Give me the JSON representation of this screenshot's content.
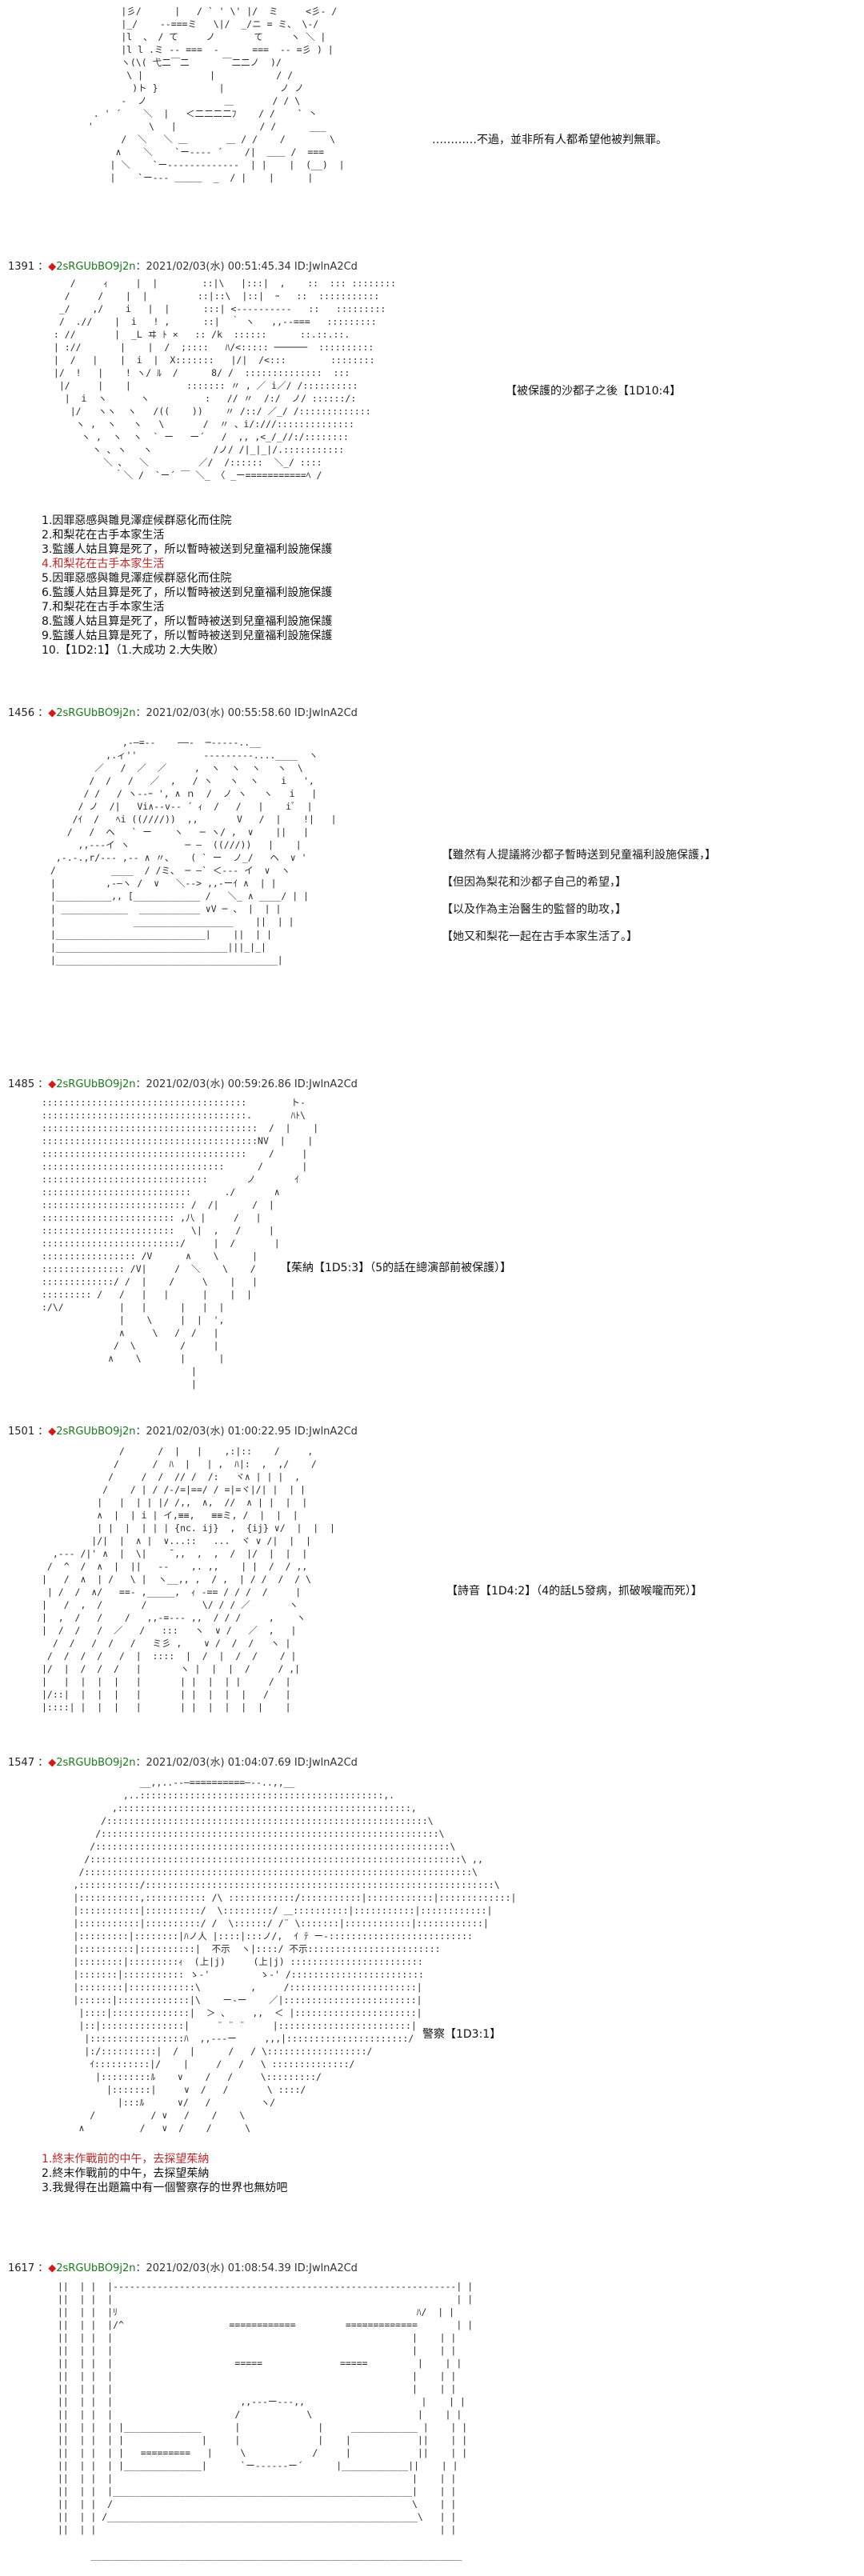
{
  "post0": {
    "aa": [
      "        |彡/      |   / ` ' \\' |/  ミ     <彡- /",
      "        |_/    --===ミ   \\|/  _/ニ = ミ、 \\-/",
      "        |l  、 / て     ノ       て     ヽ ＼ |",
      "        |l l .ミ -- ===  -      ===  -- =彡 ) |",
      "        ヽ(\\( 弋二￣二      ￣二二ノ  )/",
      "         \\ |            |           / /",
      "          )ト }           |          ノ ノ",
      "        -  ノ              ＿       / / \\",
      "   . ' ´    ＼  |   ＜二二二二ﾌ    / /    ` 丶",
      "  '          \\   |               / /      ___",
      "        /  ＼   ＼ ＿       ＿ / /    /        \\",
      "       ∧    ＼    `ー---- ´    /|  ＿＿ /  ===",
      "      | ＼    `ー-------------  | |    |  (__)  |",
      "      |    `ー--- ＿＿＿  _  / |    |      |"
    ],
    "caption": "…………不過，並非所有人都希望他被判無罪。"
  },
  "post1": {
    "number": "1391",
    "diamond": "◆",
    "trip": "2sRGUbBO9j2n",
    "info": "：2021/02/03(水) 00:51:45.34 ID:JwlnA2Cd",
    "aa": [
      "    /     ｨ     |  |        ::|\\   |:::|  ,    ::  ::: ::::::::",
      "   /     /    |  |         ::|::\\  |::|  ｰ   ::  :::::::::::",
      "  _/    ,/    i   |  |      :::| <----------   ::   :::::::::",
      "  /  .//    |  i   ! ,      ::|  ｀ ヽ   ,,--===   :::::::::",
      " : //       |  _L ヰ ﾄ ×   :: /k  ::::::      ::.::.::.",
      " | ://       |    |  /  ;::::   ﾊ/<::::: ──────  ::::::::::",
      " |  /   |    |  i  |  X:::::::   |/|  /<:::        ::::::::",
      " |/  !   |    ! ヽ/ ﾙ  /      8/ /  ::::::::::::::  :::",
      "  |/     |    |          ::::::: 〃 , ／ i／/ /::::::::::",
      "   |  i  ヽ      ヽ          :   // 〃  /:/  ノ/ ::::::/:",
      "    |/   ヽヽ  ヽ   /((    ))    〃 /::/ ／_/ /:::::::::::::",
      "     ヽ ,  ヽ   ヽ   \\       /  〃 、i/:///::::::::::::::",
      "      ヽ ,  ヽ  ヽ  ` ー   ー´   /  ,, ,<_/_//:/::::::::",
      "        ヽ ､ ヽ   ヽ           /ノ/ /|_|_|/.:::::::::::",
      "          ＼ ､   ＼         ／/  /::::::  ＼_/ ::::",
      "            ｀＼ /  `ー´ ￣ ＼_ 〈 _ー===========ﾍ /"
    ],
    "caption": "【被保護的沙都子之後【1D10:4】",
    "list": [
      "1.因罪惡感與雛見澤症候群惡化而住院",
      "2.和梨花在古手本家生活",
      "3.監護人姑且算是死了，所以暫時被送到兒童福利設施保護",
      "4.和梨花在古手本家生活",
      "5.因罪惡感與雛見澤症候群惡化而住院",
      "6.監護人姑且算是死了，所以暫時被送到兒童福利設施保護",
      "7.和梨花在古手本家生活",
      "8.監護人姑且算是死了，所以暫時被送到兒童福利設施保護",
      "9.監護人姑且算是死了，所以暫時被送到兒童福利設施保護",
      "10.【1D2:1】（1.大成功  2.大失敗）"
    ],
    "highlight_color": "#c0282a"
  },
  "post2": {
    "number": "1456",
    "diamond": "◆",
    "trip": "2sRGUbBO9j2n",
    "info": "：2021/02/03(水) 00:55:58.60 ID:JwlnA2Cd",
    "aa": [
      "              ,-―=--    ――-  ─-----..__",
      "           ,.ィ''            ---------....____  ヽ",
      "         ／   /  ／  ／     ,  ヽ  ヽ  ヽ   ヽ  \\",
      "        /  /   /   ／  ,   / ヽ   ヽ  ヽ    i   ',",
      "       / /   / ヽ--ｰ ', ∧ ｎ  /  ノ ヽ   ヽ   i   |",
      "      / ノ  /|   Vi∧--v-- ´ ｨ  /   /   |    iﾞ  |",
      "     /ｲ  /   ﾍi ((////))  ,,       V   /  |    !|   |",
      "    /   /  ヘ   ` ー    ヽ   ─ ヽ/ ,  ∨    ||   |",
      "      ,,---イ ヽ          ─ ―  ((///))   |    |",
      "  ,-.-.,r/--- ,-- ∧ 〃、   ( ` ー  ノ_/   ヘ  ∨ '",
      " /          ____  / /ミ、 ─ ―` ＜--- イ  ∨  ヽ",
      " |         ,-―ヽ /  ∨   ＼--> ,,-ーｲ ∧  | |",
      " |__________,, [____________ /   ＼_ ∧ ____/ | |",
      " | ____________  ___________ ∨V ─ 、 |  | |",
      " |              __________________    ||  | |",
      " |___________________________|    ||  | |",
      " |_______________________________|||_|_|",
      " |________________________________________|"
    ],
    "lines": [
      "【雖然有人提議將沙都子暫時送到兒童福利設施保護，】",
      "【但因為梨花和沙都子自己的希望，】",
      "【以及作為主治醫生的監督的助攻，】",
      "【她又和梨花一起在古手本家生活了。】"
    ]
  },
  "post3": {
    "number": "1485",
    "diamond": "◆",
    "trip": "2sRGUbBO9j2n",
    "info": "：2021/02/03(水) 00:59:26.86 ID:JwlnA2Cd",
    "aa": [
      ":::::::::::::::::::::::::::::::::::::        ト-",
      ":::::::::::::::::::::::::::::::::::::.       ﾊﾄ\\",
      ":::::::::::::::::::::::::::::::::::::::  /  |    |",
      ":::::::::::::::::::::::::::::::::::::::NV  |    |",
      ":::::::::::::::::::::::::::::::::::::    /     |",
      ":::::::::::::::::::::::::::::::::      /       |",
      "::::::::::::::::::::::::::::::       ノ       ｲ",
      ":::::::::::::::::::::::::::      ./       ∧",
      ":::::::::::::::::::::::::: /  /|      /  |",
      ":::::::::::::::::::::::: ,八 |     /   |",
      "::::::::::::::::::::::::   \\|  ,   /     |",
      ":::::::::::::::::::::::::/     |  /       |",
      "::::::::::::::::: /V      ∧    \\      |",
      "::::::::::::::: /V|     /  ＼    \\    /",
      ":::::::::::::/ /  |    /     \\    |   |",
      "::::::::: /   /   |   |      |    |  |",
      ":/\\/          |   |      |   |  |",
      "              |    \\     |  |  ',",
      "              ∧     \\   /  /   |",
      "             /  \\        /     |",
      "            ∧    \\       |      |",
      "                           |",
      "                           |"
    ],
    "caption": "【茱納【1D5:3】（5的話在總演部前被保護）】"
  },
  "post4": {
    "number": "1501",
    "diamond": "◆",
    "trip": "2sRGUbBO9j2n",
    "info": "：2021/02/03(水) 01:00:22.95 ID:JwlnA2Cd",
    "aa": [
      "              /      /  |   |    ,:|::    /     ,",
      "             /      /  ﾊ  |   | ,  ﾊ|:  ,  ,/    /",
      "            /     /  /  // /  /:   ヾ∧ | | |  ,",
      "           /    / | / /-/=|==/ / =|=ヾ|/| |  | |",
      "          |   |  | | |/ /,,  ∧,  //  ∧ | |  |  |",
      "          ∧  |  | i | イ,≡≡,   ≡≡ミ, /  |  |  |",
      "          | |  |  | | | {nc. ij}  ,  {ij} ∨/  |  |  |",
      "         |/|  |  ∧ |  ∨...::   ...  ヾ ∨ /|  |  |",
      "  ,--- /|' ∧  |  \\|    ̄ ,,  ,  ,  /  |/  |  |  |",
      " /  ^  /  ∧  |  ||   ‐-    ,. ,,    | |  /  / ,,",
      "|   /  ∧  | /   \\ |  ヽ__,, ,  / ,  | / /  /  / \\",
      " | /  /  ∧/   ==- ,_____,  ｨ -== / / /  /     |",
      "|   /  ,  /       /          \\/ / / ／       ヽ",
      "|  ,  /   /    /   ,,-=--- ,,  / / /     ,    ヽ",
      "|  /  /   /  ／   /   :::   ヽ  ∨ /   ／  ,   |",
      "  /  /   /  /   /   ミ彡 ,    ∨ /  /  /   ヽ |",
      " /  /  /  /   /  |  ::::  |  /  |  /  /    / |",
      "|/  |  /  /  /   |       ヽ |  |  |  /     / ,|",
      "|   |  |  |  |   |       | |  |  | |     /  |",
      "|/::|  |  |  |   |       | |  |  |  |   /   |",
      "|::::| |  |  |   |       | |  |  |  |  |    |"
    ],
    "caption": "【詩音【1D4:2】（4的話L5發病，抓破喉嚨而死）】"
  },
  "post5": {
    "number": "1547",
    "diamond": "◆",
    "trip": "2sRGUbBO9j2n",
    "info": "：2021/02/03(水) 01:04:07.69 ID:JwlnA2Cd",
    "aa": [
      "                  __,,..--―==========―--..,,__",
      "               ,..::::::::::::::::::::::::::::::::::::::::::::,.",
      "             ,:::::::::::::::::::::::::::::::::::::::::::::::::::::,",
      "           /::::::::::::::::::::::::::::::::::::::::::::::::::::::::::\\",
      "          /:::::::::::::::::::::::::::::::::::::::::::::::::::::::::::::\\",
      "         /::::::::::::::::::::::::::::::::::::::::::::::::::::::::::::::::\\",
      "        /:::::::::::::::::::::::::::::::::::::::::::::::::::::::::::::::::::\\ ,,",
      "       /::::::::::::::::::::::::::::::::::::::::::::::::::::::::::::::::::::::\\",
      "      ,:::::::::::/:::::::::::::::::::::::::::::::::::::::::::::::::::::::::::::::\\",
      "      |:::::::::::,::::::::::: /\\ ::::::::::::/:::::::::::|::::::::::::|:::::::::::::|",
      "      |:::::::::::|::::::::::/  \\:::::::::/ ＿::::::::::|:::::::::::|::::::::::::|",
      "      |:::::::::::|::::::::::/ /  \\::::::/ /¨ \\:::::::|::::::::::::|::::::::::::|",
      "      |:::::::::|::::::::|ﾊノ人 |::::|:::ノ/,  ｲ ﾃ ー-::::::::::::::::::::::::::",
      "      |::::::::::|::::::::::|  不示  ヽ|::::/ 不示::::::::::::::::::::::::",
      "      |::::::::|:::::::::ｨ  (上|j)     (上|j) ::::::::::::::::::::::::",
      "      |:::::::|::::::::::: ゝ-'         ゝ-' /::::::::::::::::::::::::",
      "      |::::::::|::::::::::::\\         ,     /:::::::::::::::::::::::|",
      "      |::::::|:::::::::::::|\\    ー-ー    ／|::::::::::::::::::::::::|",
      "       |::::|::::::::::::::|  ＞ 、    ,,  ＜ |::::::::::::::::::::::|",
      "       |::|:::::::::::::::|     ¨ ¨ ¨     |::::::::::::::::::::::::|",
      "        |:::::::::::::::::ﾊ  ,,---ー     ,,,|::::::::::::::::::::::/",
      "        |:/::::::::::|  /  |      /   / \\::::::::::::::::::/",
      "         ｲ::::::::::|/    |     /   /   \\ ::::::::::::::/",
      "          |:::::::::ﾙ    ∨    /   /     \\:::::::::/",
      "            |:::::::|     ∨  /   /       \\ ::::/",
      "              |:::ﾙ      ∨/   /         ヽ/",
      "         /          / ∨   /    /    \\",
      "       ∧          /   ∨  /    /      \\"
    ],
    "caption": "警察【1D3:1】",
    "list": [
      "1.終末作戰前的中午，去探望茱納",
      "2.終末作戰前的中午，去探望茱納",
      "3.我覺得在出題篇中有一個警察存的世界也無妨吧"
    ]
  },
  "post6": {
    "number": "1617",
    "diamond": "◆",
    "trip": "2sRGUbBO9j2n",
    "info": "：2021/02/03(水) 01:08:54.39 ID:JwlnA2Cd",
    "aa": [
      "  ||  | |  |--------------------------------------------------------------| |",
      "  ||  | |  |                                                              | |",
      "  ||  | |  |ﾘ                                                      ﾊ/  | |",
      "  ||  | |  |/^                   ============         =============       | |",
      "  ||  | |  |                                                      |    | |",
      "  ||  | |  |                                                      |    | |",
      "  ||  | |  |                      =====              =====         |    | |",
      "  ||  | |  |                                                      |    | |",
      "  ||  | |  |                                                      |    | |",
      "  ||  | |  |                       ,,---ー---,,                     |    | |",
      "  ||  | |  |                      /            \\                   |    | |",
      "  ||  | |  | |______________      |              |     ____________ |    | |",
      "  ||  | |  | |              |     |              |    |            ||    | |",
      "  ||  | |  | |   =========   |     \\            /     |            ||    | |",
      "  ||  | |  | |______________|      `ー------ー´      |____________||    | |",
      "  ||  | |  |                                                      |    | |",
      "  ||  | |  |______________________________________________________|    | |",
      "  ||  | |  /                                                      \\    | |",
      "  ||  | | /________________________________________________________\\   | |",
      "  ||  | |                                                              | |",
      "                                                                          ",
      "        ___________________________________________________________________"
    ]
  }
}
